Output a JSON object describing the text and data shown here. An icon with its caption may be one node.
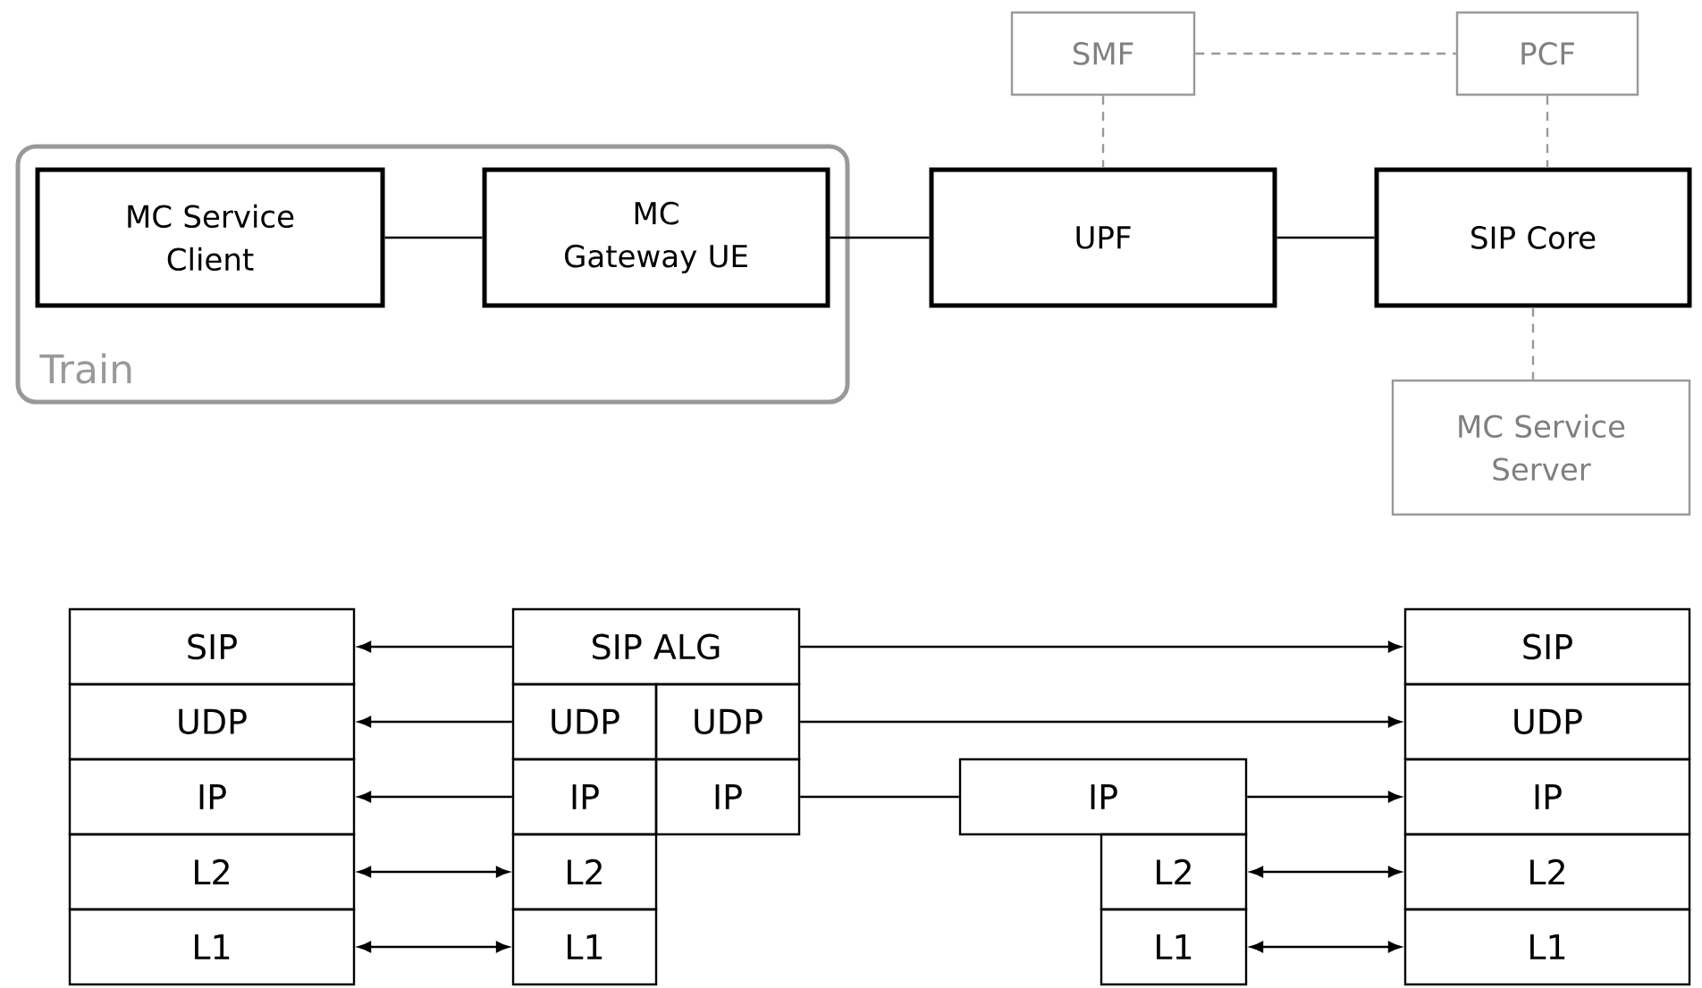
{
  "diagram": {
    "nodes": [
      {
        "text": [
          "SMF"
        ]
      },
      {
        "text": [
          "PCF"
        ]
      },
      {
        "text": [
          "Train"
        ]
      },
      {
        "text": [
          "MC Service Client"
        ],
        "in": 2
      },
      {
        "text": [
          "MC Gateway UE"
        ],
        "in": 2
      },
      {
        "text": [
          "UPF"
        ]
      },
      {
        "text": [
          "SIP Core"
        ]
      },
      {
        "text": [
          "MC Service Server"
        ]
      },
      {
        "text": [
          "SIP"
        ]
      },
      {
        "text": [
          "SIP ALG"
        ]
      },
      {
        "text": [
          "SIP"
        ]
      },
      {
        "text": [
          "UDP"
        ]
      },
      {
        "text": [
          "UDP"
        ]
      },
      {
        "text": [
          "UDP"
        ]
      },
      {
        "text": [
          "UDP"
        ]
      },
      {
        "text": [
          "IP"
        ]
      },
      {
        "text": [
          "IP"
        ]
      },
      {
        "text": [
          "IP"
        ]
      },
      {
        "text": [
          "IP"
        ]
      },
      {
        "text": [
          "IP"
        ]
      },
      {
        "text": [
          "L2"
        ]
      },
      {
        "text": [
          "L2"
        ]
      },
      {
        "text": [
          "L2"
        ]
      },
      {
        "text": [
          "L2"
        ]
      },
      {
        "text": [
          "L1"
        ]
      },
      {
        "text": [
          "L1"
        ]
      },
      {
        "text": [
          "L1"
        ]
      },
      {
        "text": [
          "L1"
        ]
      }
    ],
    "edges": [
      {
        "from": 0,
        "to": 1,
        "arrow": "none",
        "style": "dashed",
        "color": "#999999"
      },
      {
        "from": 0,
        "to": 5,
        "arrow": "none",
        "style": "dashed",
        "color": "#999999"
      },
      {
        "from": 1,
        "to": 6,
        "arrow": "none",
        "style": "dashed",
        "color": "#999999"
      },
      {
        "from": 3,
        "to": 4,
        "arrow": "none"
      },
      {
        "from": 4,
        "to": 5,
        "arrow": "none"
      },
      {
        "from": 5,
        "to": 6,
        "arrow": "none"
      },
      {
        "from": 6,
        "to": 7,
        "arrow": "none",
        "style": "dashed",
        "color": "#999999"
      },
      {
        "from": 9,
        "to": 8,
        "arrow": "to"
      },
      {
        "from": 9,
        "to": 10,
        "arrow": "to"
      },
      {
        "from": 12,
        "to": 11,
        "arrow": "to"
      },
      {
        "from": 13,
        "to": 14,
        "arrow": "to"
      },
      {
        "from": 16,
        "to": 15,
        "arrow": "to"
      },
      {
        "from": 17,
        "to": 18,
        "arrow": "none"
      },
      {
        "from": 18,
        "to": 19,
        "arrow": "to"
      },
      {
        "from": 20,
        "to": 21,
        "arrow": "both"
      },
      {
        "from": 22,
        "to": 23,
        "arrow": "both"
      },
      {
        "from": 24,
        "to": 25,
        "arrow": "both"
      },
      {
        "from": 26,
        "to": 27,
        "arrow": "both"
      }
    ]
  }
}
